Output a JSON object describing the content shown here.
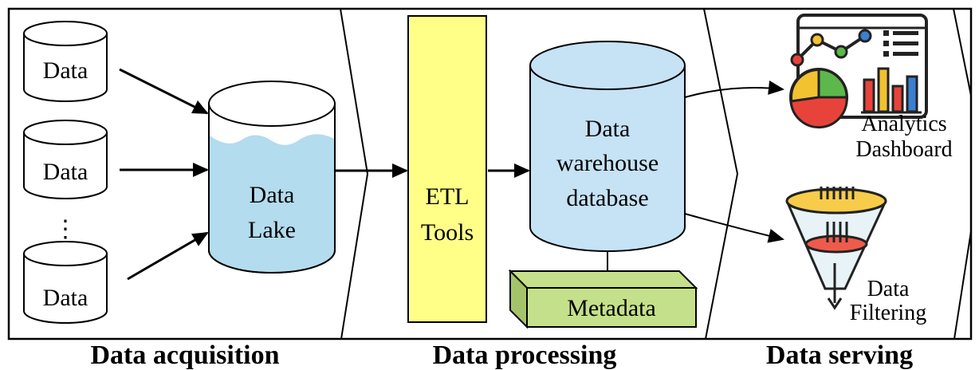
{
  "sources": {
    "items": [
      {
        "label": "Data"
      },
      {
        "label": "Data"
      },
      {
        "label": "Data"
      }
    ],
    "ellipsis": "⋮"
  },
  "lake": {
    "line1": "Data",
    "line2": "Lake"
  },
  "etl": {
    "line1": "ETL",
    "line2": "Tools"
  },
  "warehouse": {
    "line1": "Data",
    "line2": "warehouse",
    "line3": "database"
  },
  "metadata": {
    "label": "Metadata"
  },
  "dashboard": {
    "line1": "Analytics",
    "line2": "Dashboard"
  },
  "filtering": {
    "line1": "Data",
    "line2": "Filtering"
  },
  "stages": {
    "acquisition": "Data acquisition",
    "processing": "Data processing",
    "serving": "Data serving"
  },
  "colors": {
    "lake_water": "#b3dcee",
    "etl_fill": "#ffff88",
    "warehouse_fill": "#c6e2f5",
    "metadata_fill": "#c5e08a",
    "metadata_dark": "#a5c46a",
    "chart_red": "#e8433a",
    "chart_yellow": "#f2c230",
    "chart_green": "#5cb84a",
    "chart_blue": "#3a7fd0",
    "funnel_yellow": "#f7cc4a",
    "funnel_red": "#ef5b4b",
    "funnel_body": "#e8f3f8"
  }
}
